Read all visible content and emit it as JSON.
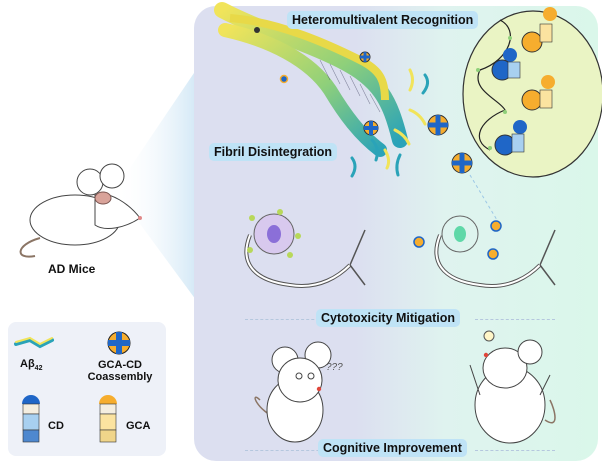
{
  "figure": {
    "left": {
      "mouse_label": "AD Mice"
    },
    "panel": {
      "stage_labels": {
        "recognition": "Heteromultivalent Recognition",
        "disintegration": "Fibril Disintegration",
        "cytotoxicity": "Cytotoxicity Mitigation",
        "cognitive": "Cognitive Improvement"
      },
      "confused_mouse_text": "???"
    },
    "legend": {
      "abeta_label": "Aβ",
      "abeta_subscript": "42",
      "coassembly_label_line1": "GCA-CD",
      "coassembly_label_line2": "Coassembly",
      "cd_label": "CD",
      "gca_label": "GCA"
    },
    "colors": {
      "panel_left": "#dcdff0",
      "panel_right": "#daf7ea",
      "label_bg": "#bfe3f6",
      "fibril_yellow": "#f1e45a",
      "fibril_teal": "#2aa3b8",
      "cd_blue": "#1f66c7",
      "gca_orange": "#f6ad2e",
      "neuron_purple": "#8b6fd8",
      "neuron_green": "#5fd8a8"
    }
  }
}
